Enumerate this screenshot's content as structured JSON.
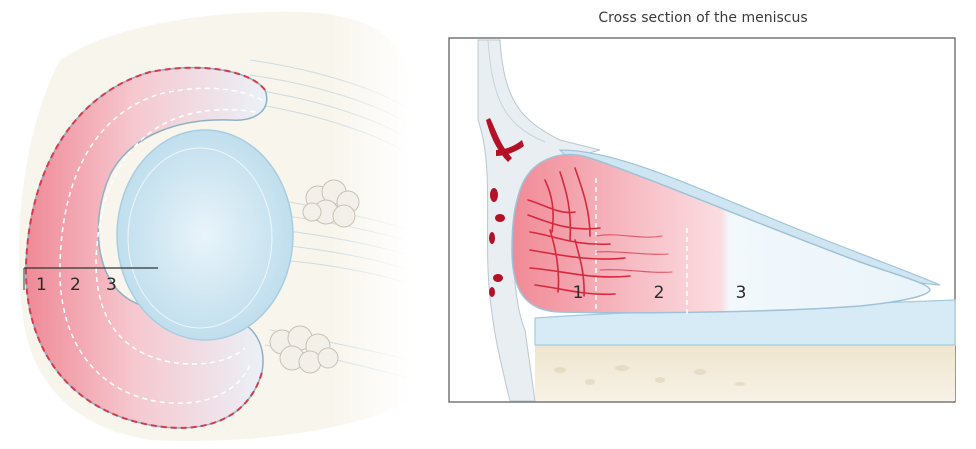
{
  "cross_section": {
    "title": "Cross section of the meniscus",
    "zone_labels": [
      "1",
      "2",
      "3"
    ]
  },
  "top_view": {
    "zone_labels": [
      "1",
      "2",
      "3"
    ]
  },
  "colors": {
    "red_zone": "#e8838f",
    "red_zone_fill": "#f4c3c9",
    "pink_white_zone": "#f7dde1",
    "white_zone": "#e6f1f8",
    "cartilage_blue": "#cfe6f2",
    "vessel_red": "#c0172b",
    "bone_beige": "#efe6d2",
    "outline": "#5a5a5a"
  }
}
